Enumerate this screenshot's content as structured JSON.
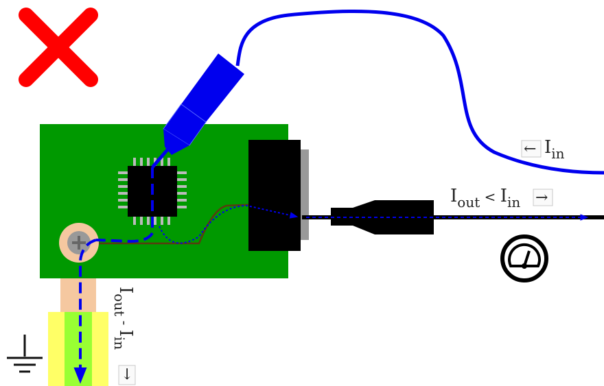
{
  "labels": {
    "iin": {
      "main": "I",
      "sub": "in",
      "arrow": "←"
    },
    "iout_lt_iin": {
      "main1": "I",
      "sub1": "out",
      "op": " < ",
      "main2": "I",
      "sub2": "in",
      "arrow": "→"
    },
    "ground_current": {
      "main1": "I",
      "sub1": "out",
      "op": " - ",
      "main2": "I",
      "sub2": "in",
      "arrow": "→"
    }
  },
  "icons": {
    "status": "cross-icon",
    "meter": "gauge-icon",
    "ground": "ground-symbol-icon"
  },
  "colors": {
    "cross": "#ff0000",
    "board": "#009900",
    "probe": "#0000ee",
    "current_path": "#0000ee",
    "cable": "#000000",
    "connector_body": "#000000",
    "screw_pad": "#f5c8a0",
    "ground_strap": "#ffff66",
    "ground_core": "#99ff33"
  }
}
